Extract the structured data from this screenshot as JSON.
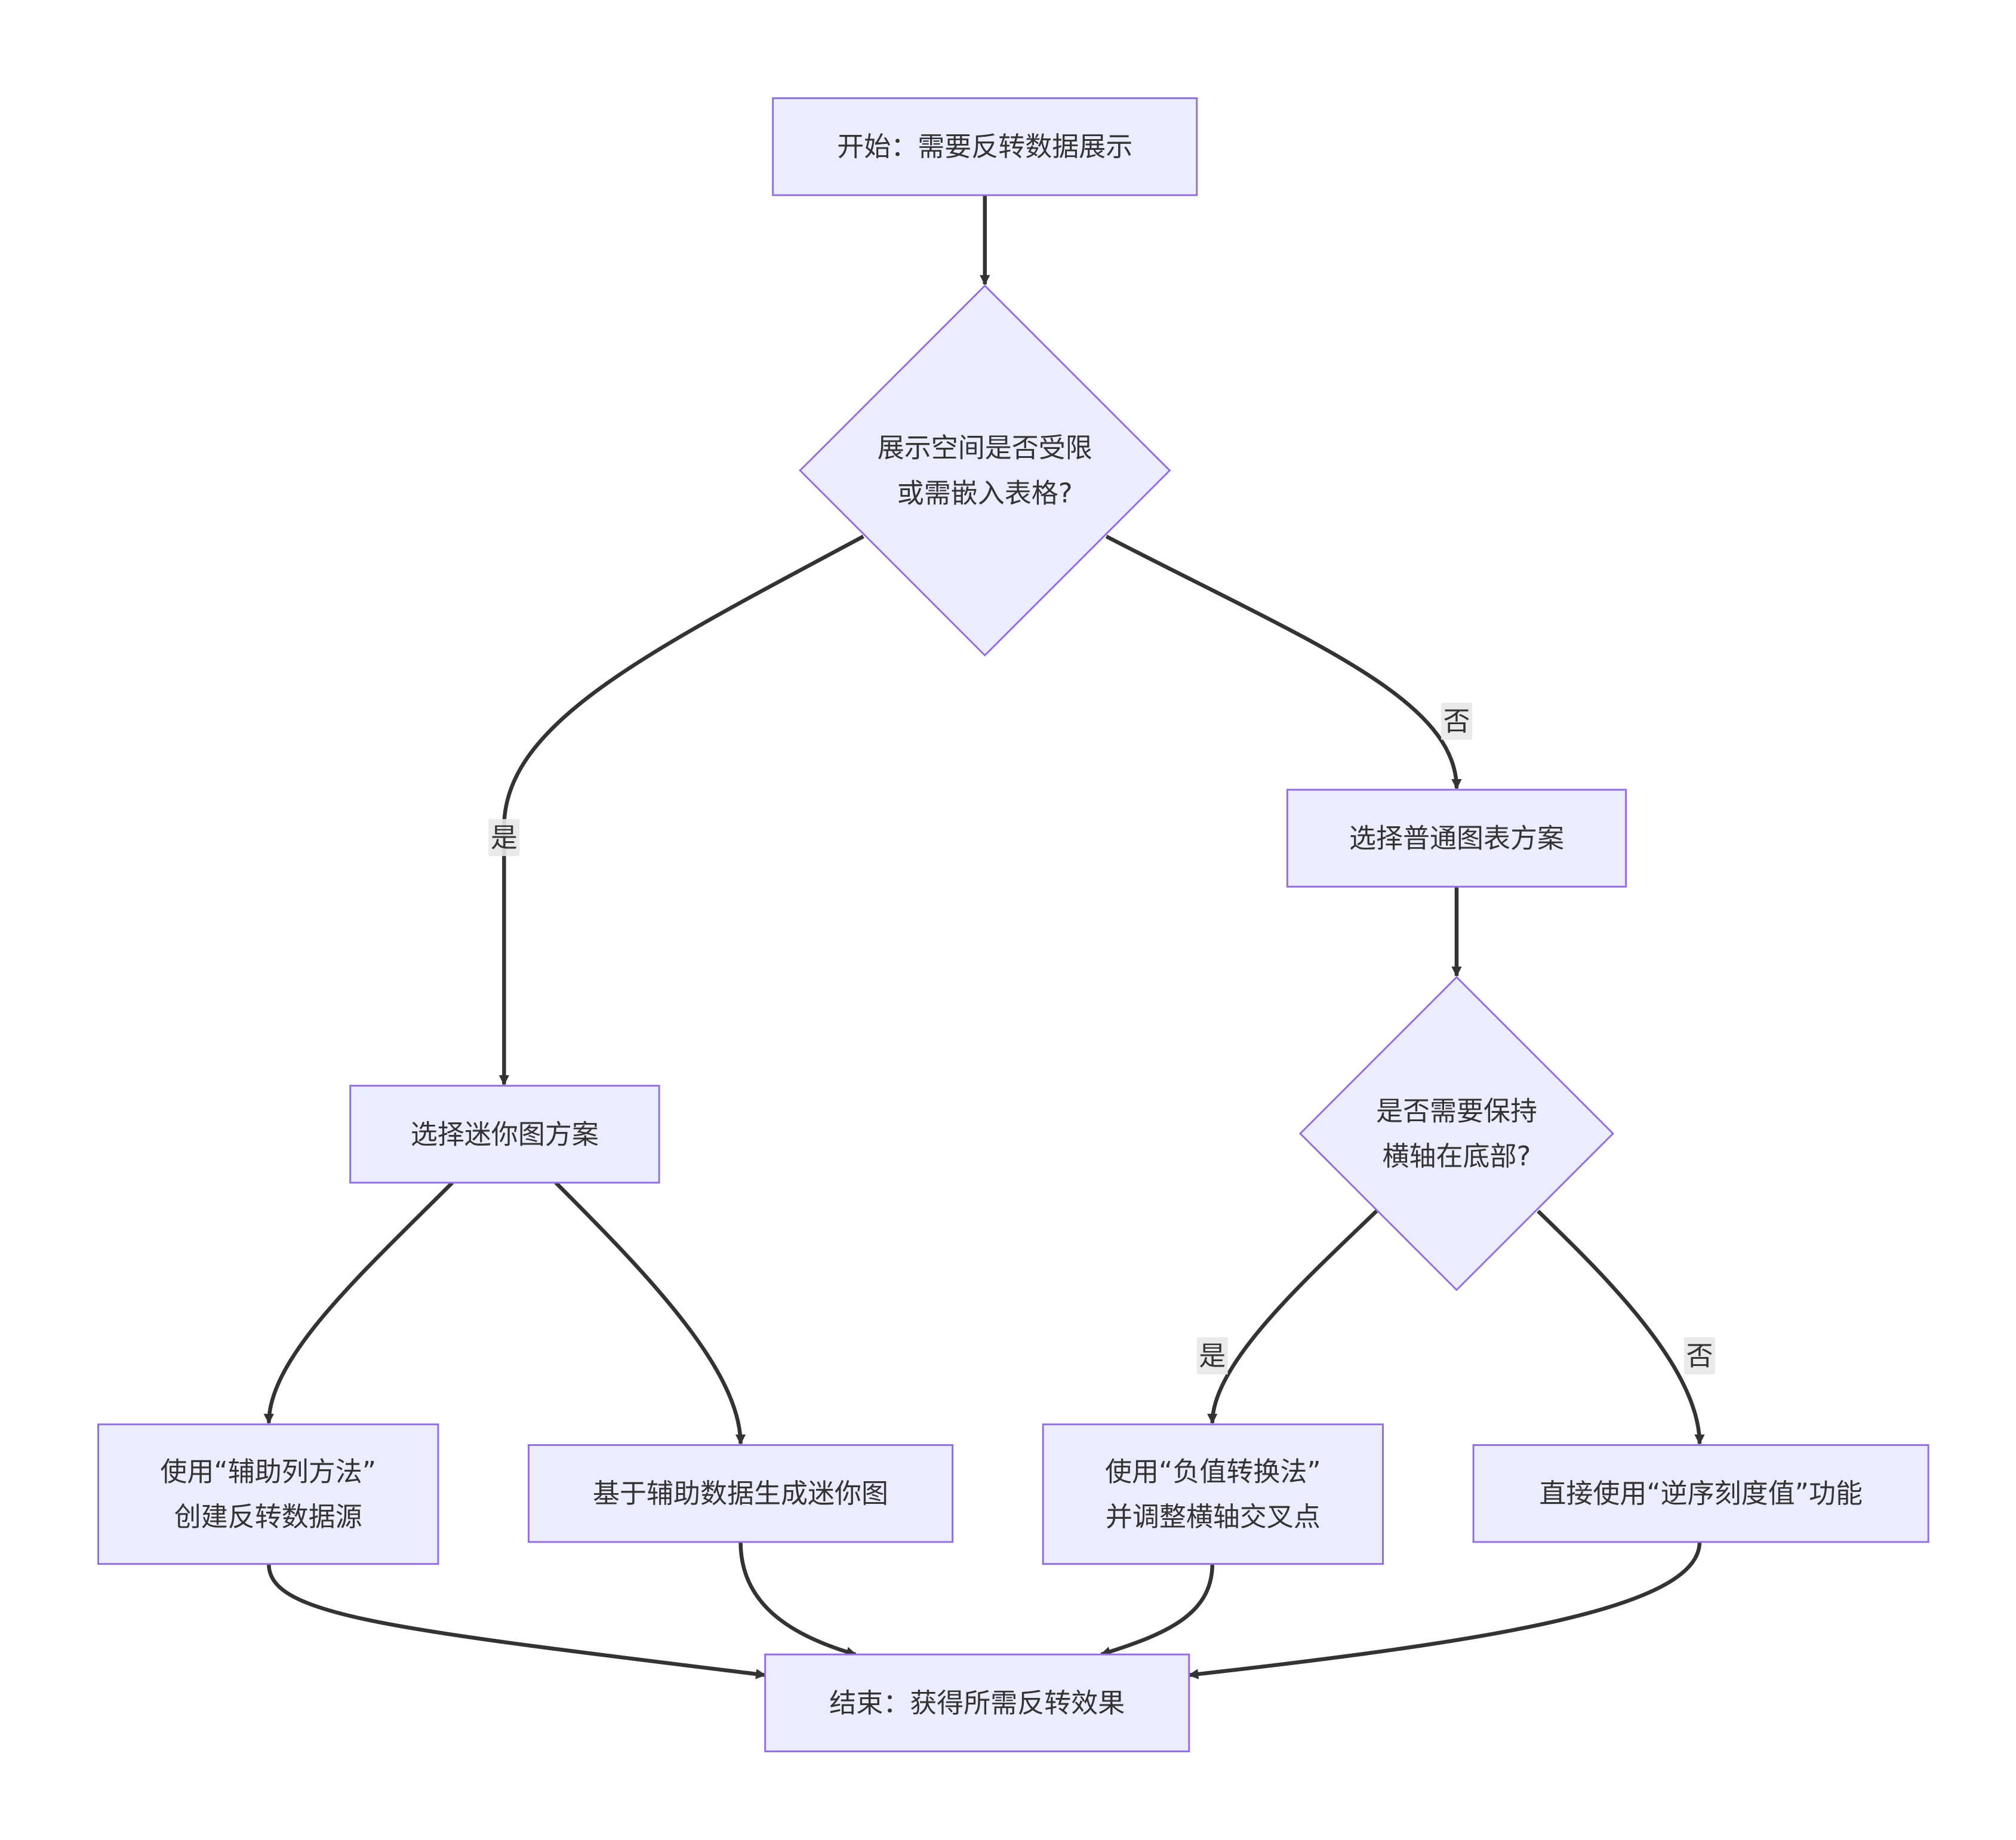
{
  "nodes": {
    "start": {
      "shape": "rect",
      "lines": [
        "开始：需要反转数据展示"
      ]
    },
    "q1": {
      "shape": "diamond",
      "lines": [
        "展示空间是否受限",
        "或需嵌入表格?"
      ]
    },
    "mini": {
      "shape": "rect",
      "lines": [
        "选择迷你图方案"
      ]
    },
    "normal": {
      "shape": "rect",
      "lines": [
        "选择普通图表方案"
      ]
    },
    "q2": {
      "shape": "diamond",
      "lines": [
        "是否需要保持",
        "横轴在底部?"
      ]
    },
    "helper": {
      "shape": "rect",
      "lines": [
        "使用“辅助列方法”",
        "创建反转数据源"
      ]
    },
    "spark": {
      "shape": "rect",
      "lines": [
        "基于辅助数据生成迷你图"
      ]
    },
    "negval": {
      "shape": "rect",
      "lines": [
        "使用“负值转换法”",
        "并调整横轴交叉点"
      ]
    },
    "reverse": {
      "shape": "rect",
      "lines": [
        "直接使用“逆序刻度值”功能"
      ]
    },
    "end": {
      "shape": "rect",
      "lines": [
        "结束：获得所需反转效果"
      ]
    }
  },
  "edges": [
    {
      "from": "start",
      "to": "q1",
      "label": ""
    },
    {
      "from": "q1",
      "to": "mini",
      "label": "是"
    },
    {
      "from": "q1",
      "to": "normal",
      "label": "否"
    },
    {
      "from": "normal",
      "to": "q2",
      "label": ""
    },
    {
      "from": "mini",
      "to": "helper",
      "label": ""
    },
    {
      "from": "mini",
      "to": "spark",
      "label": ""
    },
    {
      "from": "q2",
      "to": "negval",
      "label": "是"
    },
    {
      "from": "q2",
      "to": "reverse",
      "label": "否"
    },
    {
      "from": "helper",
      "to": "end",
      "label": ""
    },
    {
      "from": "spark",
      "to": "end",
      "label": ""
    },
    {
      "from": "negval",
      "to": "end",
      "label": ""
    },
    {
      "from": "reverse",
      "to": "end",
      "label": ""
    }
  ],
  "colors": {
    "node_fill": "#ECECFF",
    "node_stroke": "#9370DB",
    "edge": "#333333",
    "text": "#333333",
    "label_bg": "#e8e8e8"
  }
}
